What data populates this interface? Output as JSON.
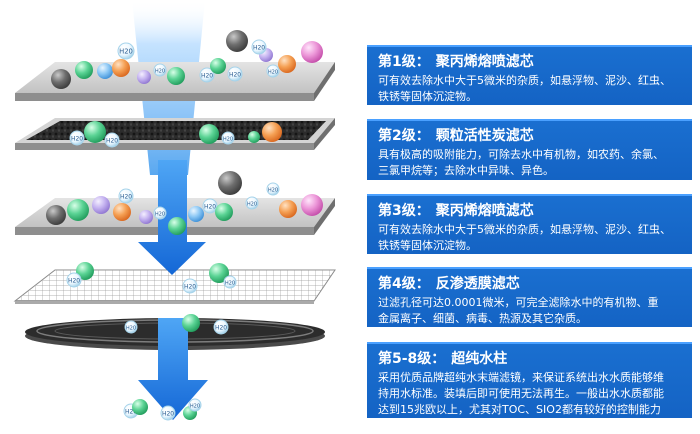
{
  "molecule_label": "H20",
  "colors": {
    "card_blue": "#1463c4",
    "arrow_blue": "#1f7fe0",
    "plate": "#c8c8c8",
    "ball_green": "#3cc27a",
    "ball_orange": "#f08a3c",
    "ball_pink": "#e678c8",
    "ball_purple": "#b9a0e8",
    "ball_gray": "#5a5a5a"
  },
  "stages": [
    {
      "level": "第1级：",
      "name": "聚丙烯熔喷滤芯",
      "lines": [
        "可有效去除水中大于5微米的杂质，如悬浮物、泥沙、红虫、",
        "铁锈等固体沉淀物。"
      ]
    },
    {
      "level": "第2级：",
      "name": "颗粒活性炭滤芯",
      "lines": [
        "具有极高的吸附能力，可除去水中有机物，如农药、余氯、",
        "三氯甲烷等；去除水中异味、异色。"
      ]
    },
    {
      "level": "第3级：",
      "name": "聚丙烯熔喷滤芯",
      "lines": [
        "可有效去除水中大于5微米的杂质，如悬浮物、泥沙、红虫、",
        "铁锈等固体沉淀物。"
      ]
    },
    {
      "level": "第4级：",
      "name": "反渗透膜滤芯",
      "lines": [
        "过滤孔径可达0.0001微米，可完全滤除水中的有机物、重",
        "金属离子、细菌、病毒、热源及其它杂质。"
      ]
    },
    {
      "level": "第5-8级：",
      "name": "超纯水柱",
      "lines": [
        "采用优质品牌超纯水末端滤镜，来保证系统出水水质能够维",
        "持用水标准。装填后即可使用无法再生。一般出水水质都能",
        "达到15兆欧以上，尤其对TOC、SIO2都有较好的控制能力"
      ]
    }
  ]
}
